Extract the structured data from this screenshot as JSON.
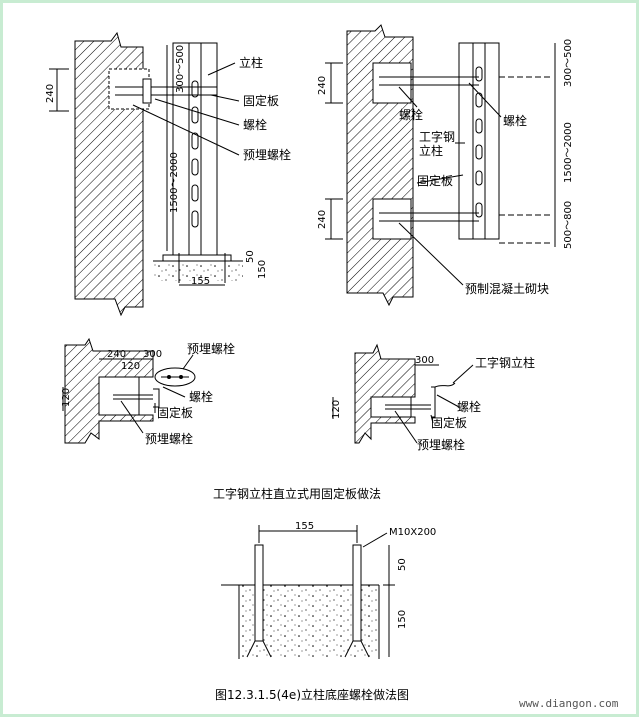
{
  "diagram1": {
    "labels": [
      "立柱",
      "固定板",
      "螺栓",
      "预埋螺栓"
    ],
    "dims": {
      "wall": "240",
      "top": "300～500",
      "mid": "1500～2000",
      "base_w": "155",
      "b1": "50",
      "b2": "150"
    }
  },
  "diagram2": {
    "labels": [
      "螺栓",
      "工字钢",
      "立柱",
      "固定板",
      "预制混凝土砌块"
    ],
    "dims": {
      "w1": "240",
      "w2": "240",
      "top": "300～500",
      "mid": "1500～2000",
      "low": "500～800"
    }
  },
  "diagram3": {
    "labels": [
      "预埋螺栓",
      "螺栓",
      "固定板",
      "预埋螺栓"
    ],
    "dims": {
      "a": "240",
      "b": "300",
      "c": "120",
      "d": "120"
    }
  },
  "diagram4": {
    "labels": [
      "工字钢立柱",
      "螺栓",
      "固定板",
      "预埋螺栓"
    ],
    "dims": {
      "a": "300",
      "b": "120"
    }
  },
  "middle_title": "工字钢立柱直立式用固定板做法",
  "diagram5": {
    "labels": {
      "spacing": "155",
      "bolt": "M10X200"
    },
    "dims": {
      "d1": "50",
      "d2": "150"
    }
  },
  "figure_title": "图12.3.1.5(4e)立柱底座螺栓做法图",
  "watermark": "www.diangon.com"
}
